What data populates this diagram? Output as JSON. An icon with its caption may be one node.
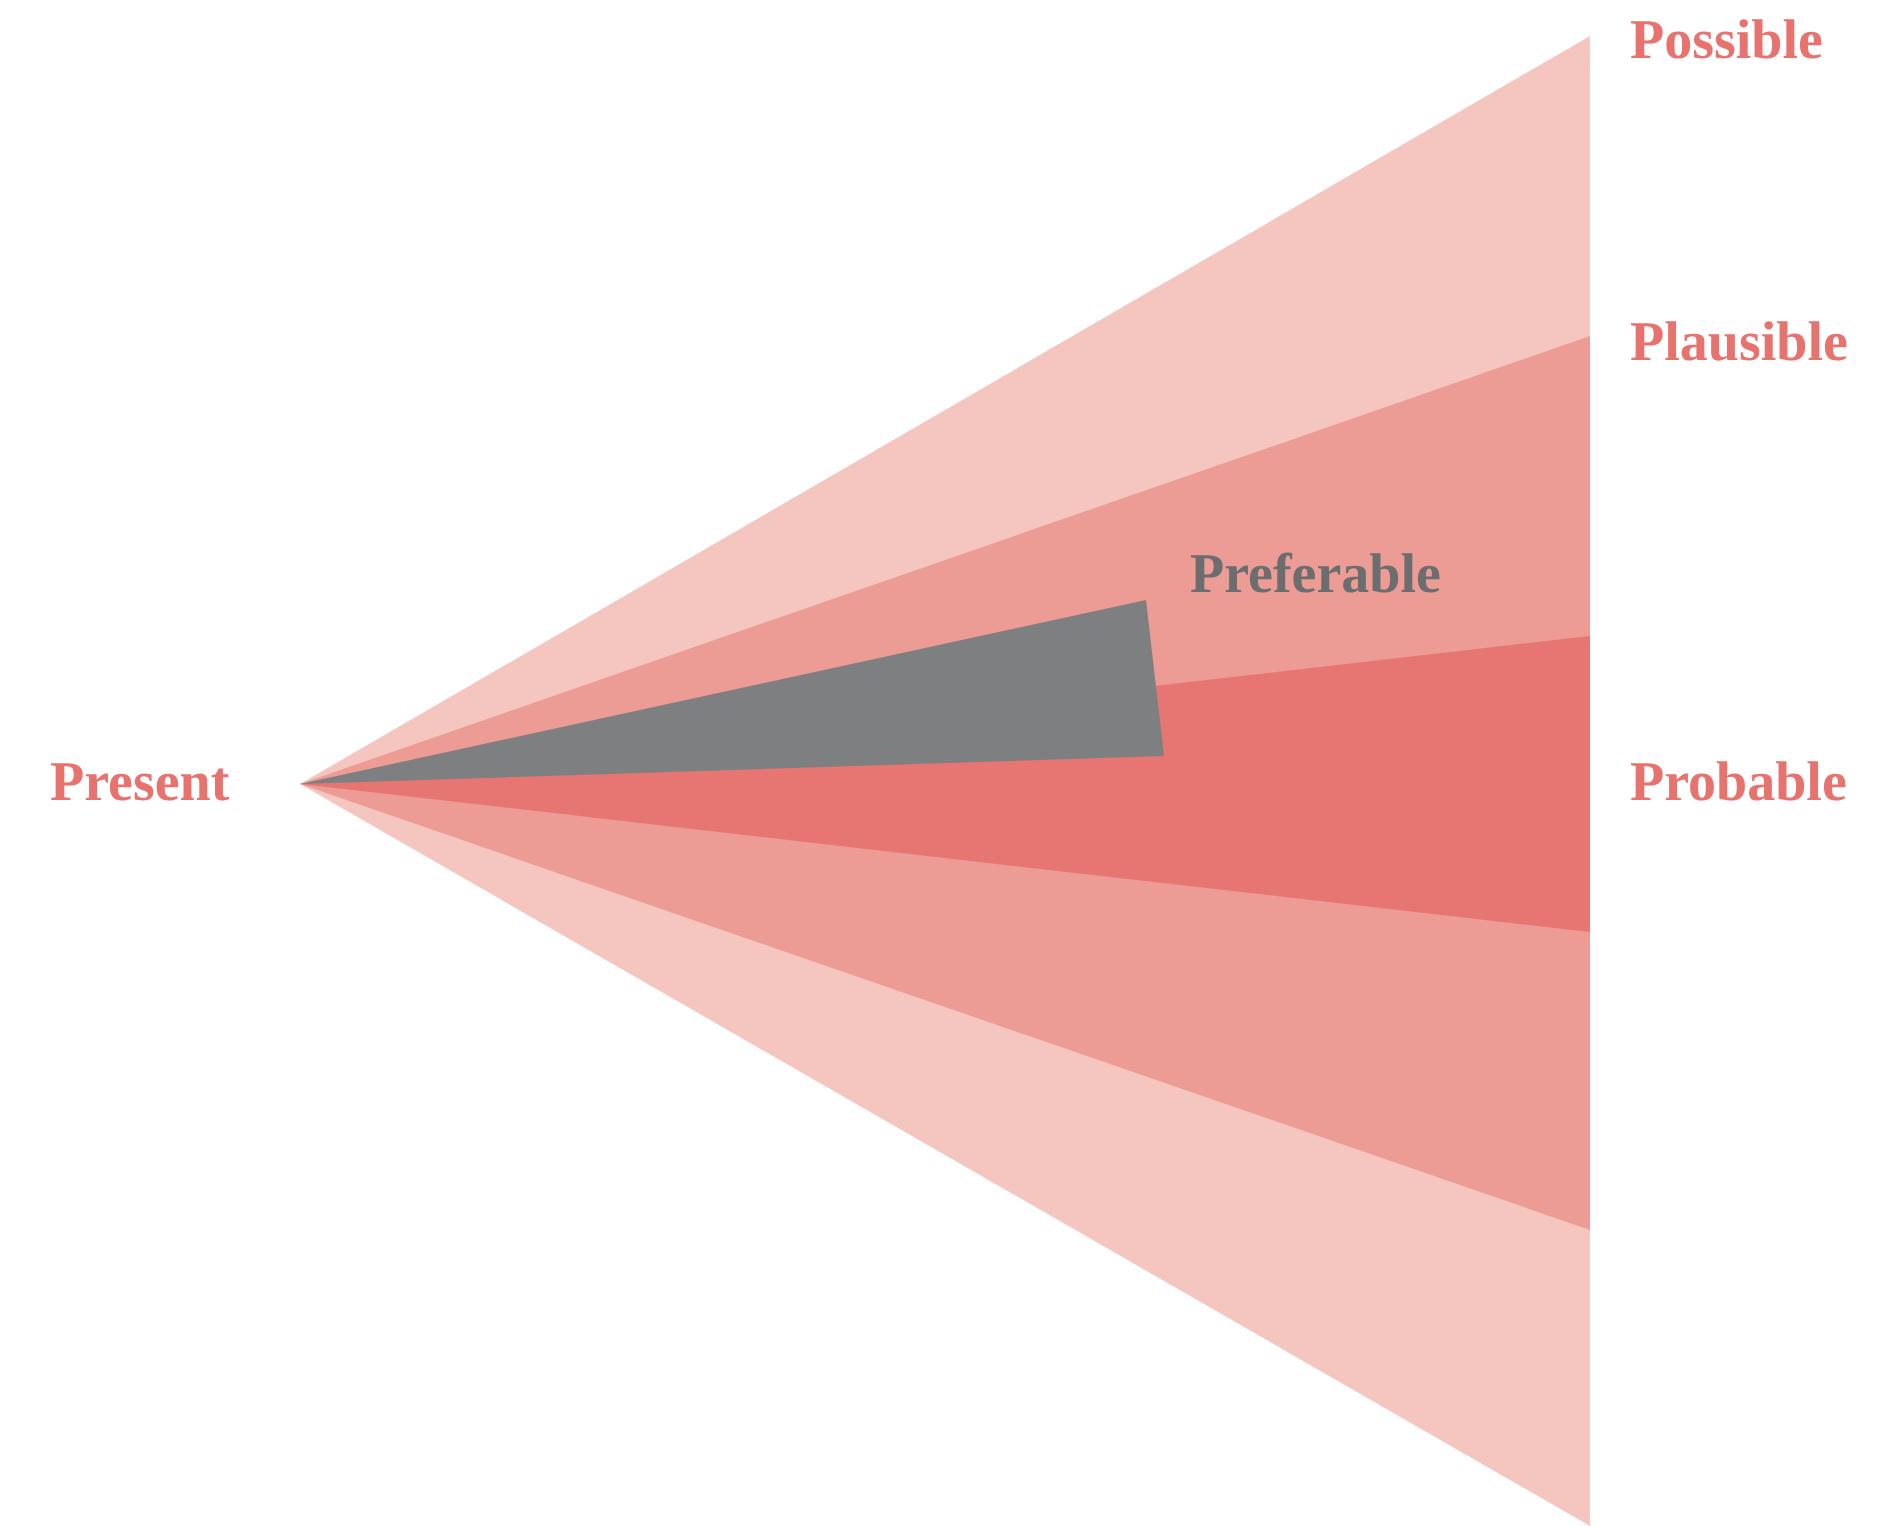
{
  "diagram": {
    "labels": [
      "Possible",
      "Plausible",
      "Preferable",
      "Present",
      "Probable"
    ]
  }
}
